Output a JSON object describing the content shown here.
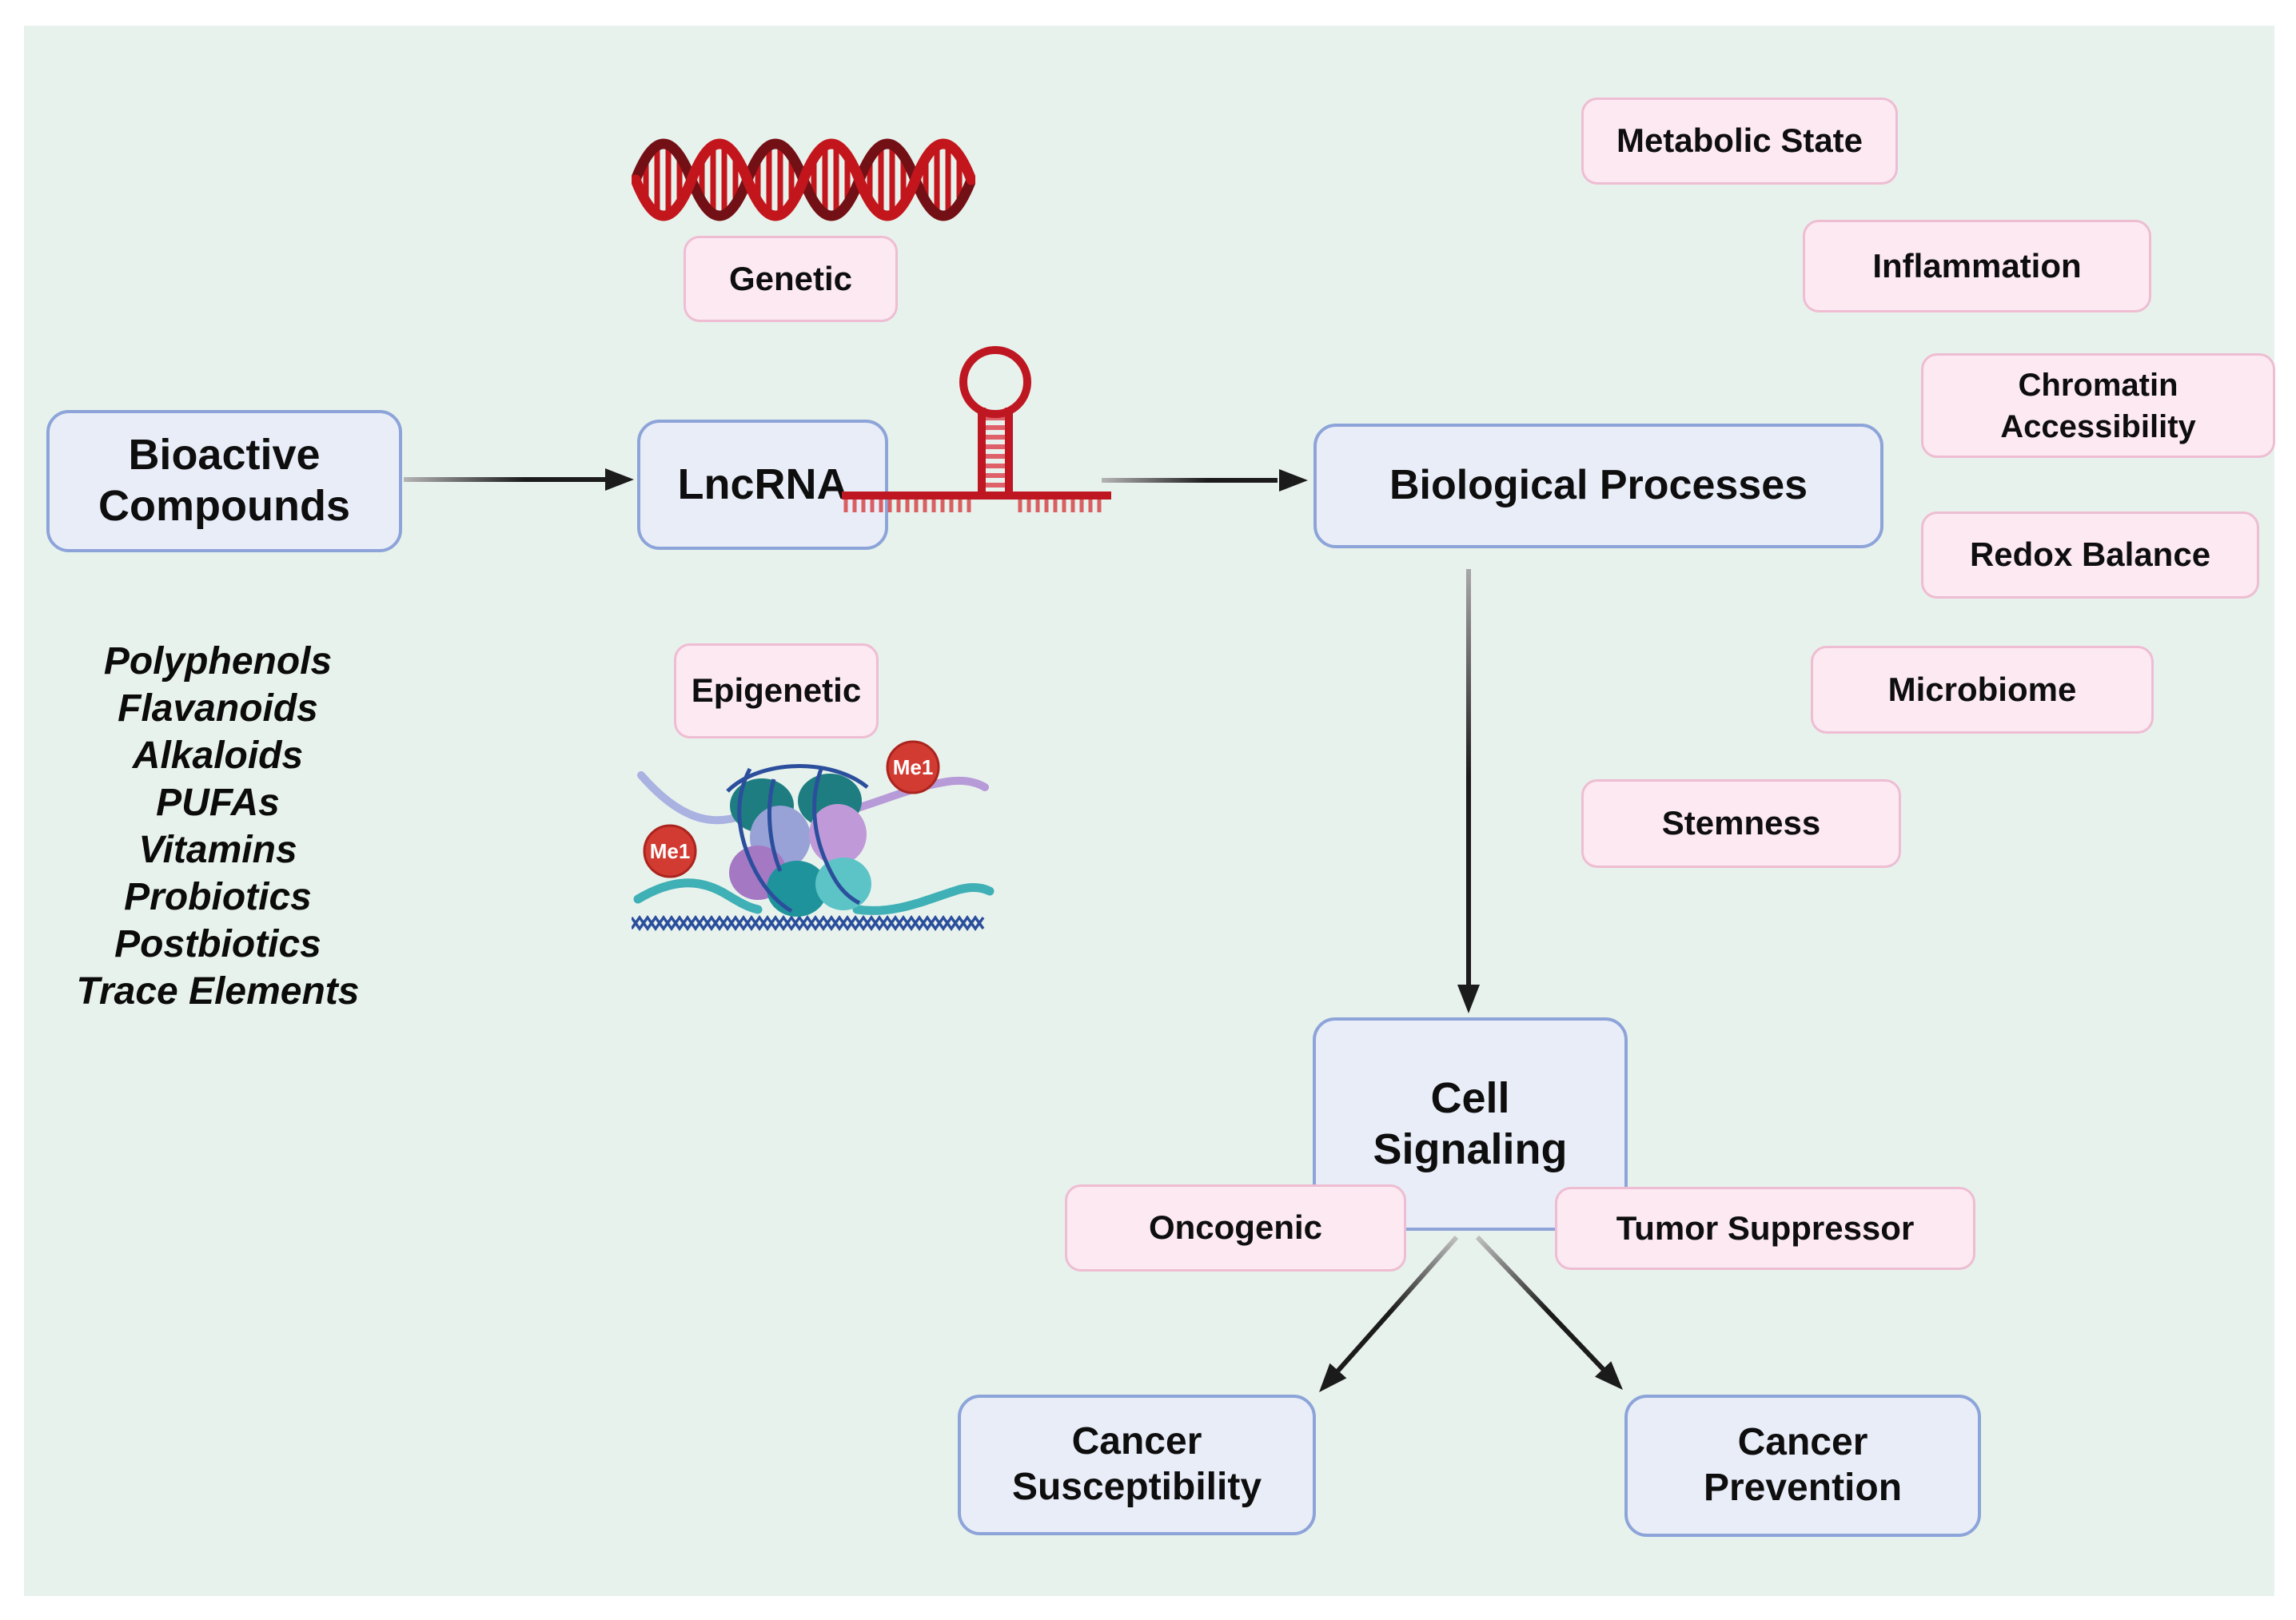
{
  "nodes": {
    "bioactive_compounds": {
      "line1": "Bioactive",
      "line2": "Compounds"
    },
    "lncrna": {
      "label": "LncRNA"
    },
    "biological_processes": {
      "label": "Biological Processes"
    },
    "cell_signaling": {
      "line1": "Cell",
      "line2": "Signaling"
    },
    "cancer_susceptibility": {
      "line1": "Cancer",
      "line2": "Susceptibility"
    },
    "cancer_prevention": {
      "line1": "Cancer",
      "line2": "Prevention"
    }
  },
  "tags": {
    "genetic": "Genetic",
    "epigenetic": "Epigenetic",
    "metabolic_state": "Metabolic State",
    "inflammation": "Inflammation",
    "chromatin_line1": "Chromatin",
    "chromatin_line2": "Accessibility",
    "redox_balance": "Redox Balance",
    "microbiome": "Microbiome",
    "stemness": "Stemness",
    "oncogenic": "Oncogenic",
    "tumor_suppressor": "Tumor Suppressor"
  },
  "compound_list": [
    "Polyphenols",
    "Flavanoids",
    "Alkaloids",
    "PUFAs",
    "Vitamins",
    "Probiotics",
    "Postbiotics",
    "Trace Elements"
  ],
  "icons": {
    "dna_helix": "dna-double-helix",
    "rna_hairpin": "rna-hairpin-stem-loop",
    "nucleosome": "nucleosome-with-methyl-marks",
    "me1_label": "Me1"
  },
  "colors": {
    "panel_background": "#e8f2ed",
    "node_fill": "#e9edf8",
    "node_border": "#8da4d9",
    "tag_fill": "#fce9f2",
    "tag_border": "#eebdd2",
    "text": "#0e0e0e",
    "arrow": "#1b1b1b",
    "dna_red": "#c3161c",
    "dna_dark_red": "#731015",
    "hairpin_red": "#bf1722",
    "me1_red": "#d23b32",
    "coil_blue": "#2b4f9c",
    "histone_teal": "#1f939b",
    "histone_purple": "#a578c4",
    "histone_lavender": "#98a2d6"
  }
}
